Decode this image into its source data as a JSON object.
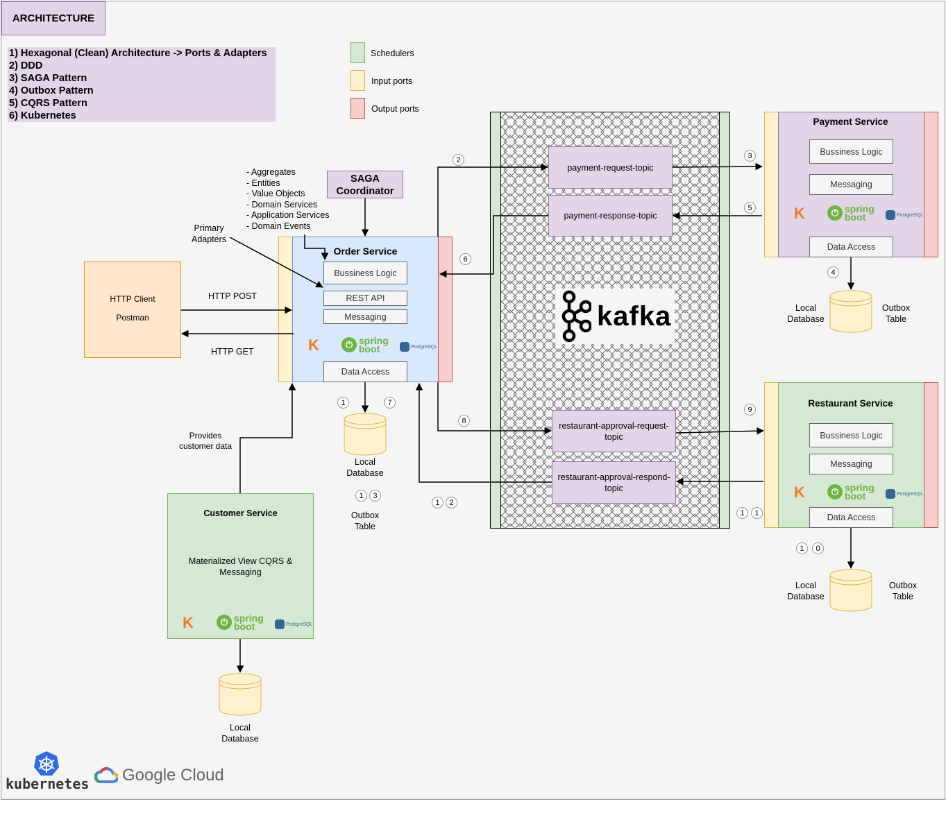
{
  "header": {
    "title": "ARCHITECTURE"
  },
  "patterns": [
    "1) Hexagonal (Clean) Architecture -> Ports & Adapters",
    "2) DDD",
    "3) SAGA Pattern",
    "4) Outbox Pattern",
    "5) CQRS Pattern",
    "6) Kubernetes"
  ],
  "legend": {
    "schedulers": "Schedulers",
    "input_ports": "Input ports",
    "output_ports": "Output ports"
  },
  "colors": {
    "scheduler": "#d5e8d4",
    "input_port": "#fff2cc",
    "output_port": "#f8cecc",
    "service_purple": "#e1d5e7",
    "order_blue": "#dae8fc",
    "client_orange": "#ffe6cc"
  },
  "ddd_list": [
    "- Aggregates",
    "- Entities",
    "- Value Objects",
    "- Domain Services",
    "- Application Services",
    "- Domain Events"
  ],
  "saga": {
    "line1": "SAGA",
    "line2": "Coordinator"
  },
  "primary_adapters": {
    "line1": "Primary",
    "line2": "Adapters"
  },
  "http_client": {
    "line1": "HTTP Client",
    "line2": "Postman"
  },
  "http_post": "HTTP POST",
  "http_get": "HTTP GET",
  "order_service": {
    "title": "Order Service",
    "business_logic": "Bussiness Logic",
    "rest_api": "REST API",
    "messaging": "Messaging",
    "data_access": "Data Access",
    "db_line1": "Local",
    "db_line2": "Database",
    "outbox_line1": "Outbox",
    "outbox_line2": "Table"
  },
  "customer_service": {
    "title": "Customer Service",
    "desc_line1": "Materialized View CQRS &",
    "desc_line2": "Messaging",
    "provides_line1": "Provides",
    "provides_line2": "customer data",
    "db_line1": "Local",
    "db_line2": "Database"
  },
  "kafka": {
    "logo_text": "kafka",
    "topics": {
      "payment_request": "payment-request-topic",
      "payment_response": "payment-response-topic",
      "restaurant_request_line1": "restaurant-approval-request-",
      "restaurant_request_line2": "topic",
      "restaurant_respond_line1": "restaurant-approval-respond-",
      "restaurant_respond_line2": "topic"
    }
  },
  "payment_service": {
    "title": "Payment Service",
    "business_logic": "Bussiness Logic",
    "messaging": "Messaging",
    "data_access": "Data Access",
    "db_line1": "Local",
    "db_line2": "Database",
    "outbox_line1": "Outbox",
    "outbox_line2": "Table"
  },
  "restaurant_service": {
    "title": "Restaurant Service",
    "business_logic": "Bussiness Logic",
    "messaging": "Messaging",
    "data_access": "Data Access",
    "db_line1": "Local",
    "db_line2": "Database",
    "outbox_line1": "Outbox",
    "outbox_line2": "Table"
  },
  "tech_logos": {
    "k_letter": "K",
    "spring_top": "spring",
    "spring_bottom": "boot",
    "power_glyph": "⏻",
    "postgres": "PostgreSQL"
  },
  "steps": {
    "s1": "1",
    "s2": "2",
    "s3": "3",
    "s4": "4",
    "s5": "5",
    "s6": "6",
    "s7": "7",
    "s8": "8",
    "s9": "9",
    "s0": "0"
  },
  "footer": {
    "kubernetes": "kubernetes",
    "google_cloud": "Google Cloud"
  }
}
